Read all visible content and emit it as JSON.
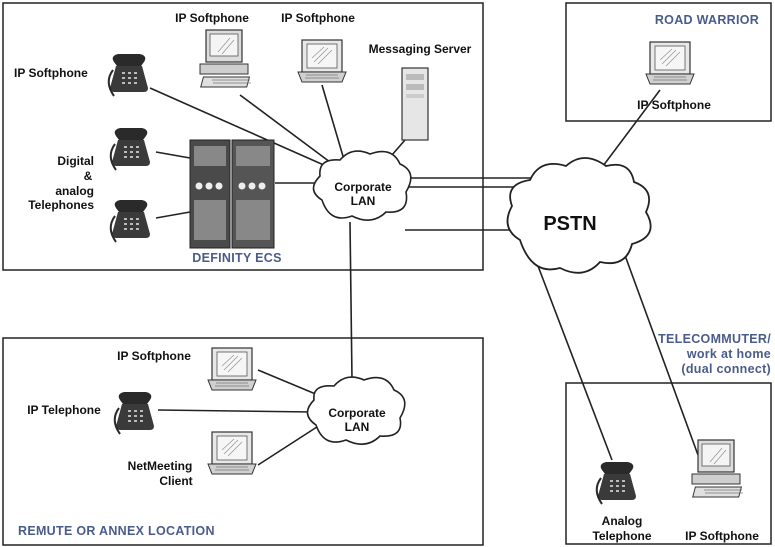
{
  "locations": {
    "main": "DEFINITY ECS",
    "road_warrior": "ROAD WARRIOR",
    "telecommuter": [
      "TELECOMMUTER/",
      "work at home",
      "(dual connect)"
    ],
    "remote": "REMUTE OR ANNEX LOCATION"
  },
  "clouds": {
    "corporate_lan_top": [
      "Corporate",
      "LAN"
    ],
    "corporate_lan_bottom": [
      "Corporate",
      "LAN"
    ],
    "pstn": "PSTN"
  },
  "devices": {
    "main_ip_softphone_left": "IP Softphone",
    "main_ip_softphone_desktop": "IP Softphone",
    "main_ip_softphone_laptop": "IP Softphone",
    "messaging_server": "Messaging Server",
    "digital_analog_phones": [
      "Digital",
      "&",
      "analog",
      "Telephones"
    ],
    "road_warrior_softphone": "IP Softphone",
    "remote_ip_softphone": "IP Softphone",
    "remote_ip_telephone": "IP Telephone",
    "remote_netmeeting": [
      "NetMeeting",
      "Client"
    ],
    "tele_analog_phone": [
      "Analog",
      "Telephone"
    ],
    "tele_ip_softphone": "IP Softphone"
  },
  "colors": {
    "location_label": "#4a5c8c",
    "line": "#222222"
  },
  "icons": [
    "telephone-icon",
    "desktop-computer-icon",
    "laptop-icon",
    "server-tower-icon",
    "pbx-cabinet-icon",
    "cloud-icon"
  ]
}
